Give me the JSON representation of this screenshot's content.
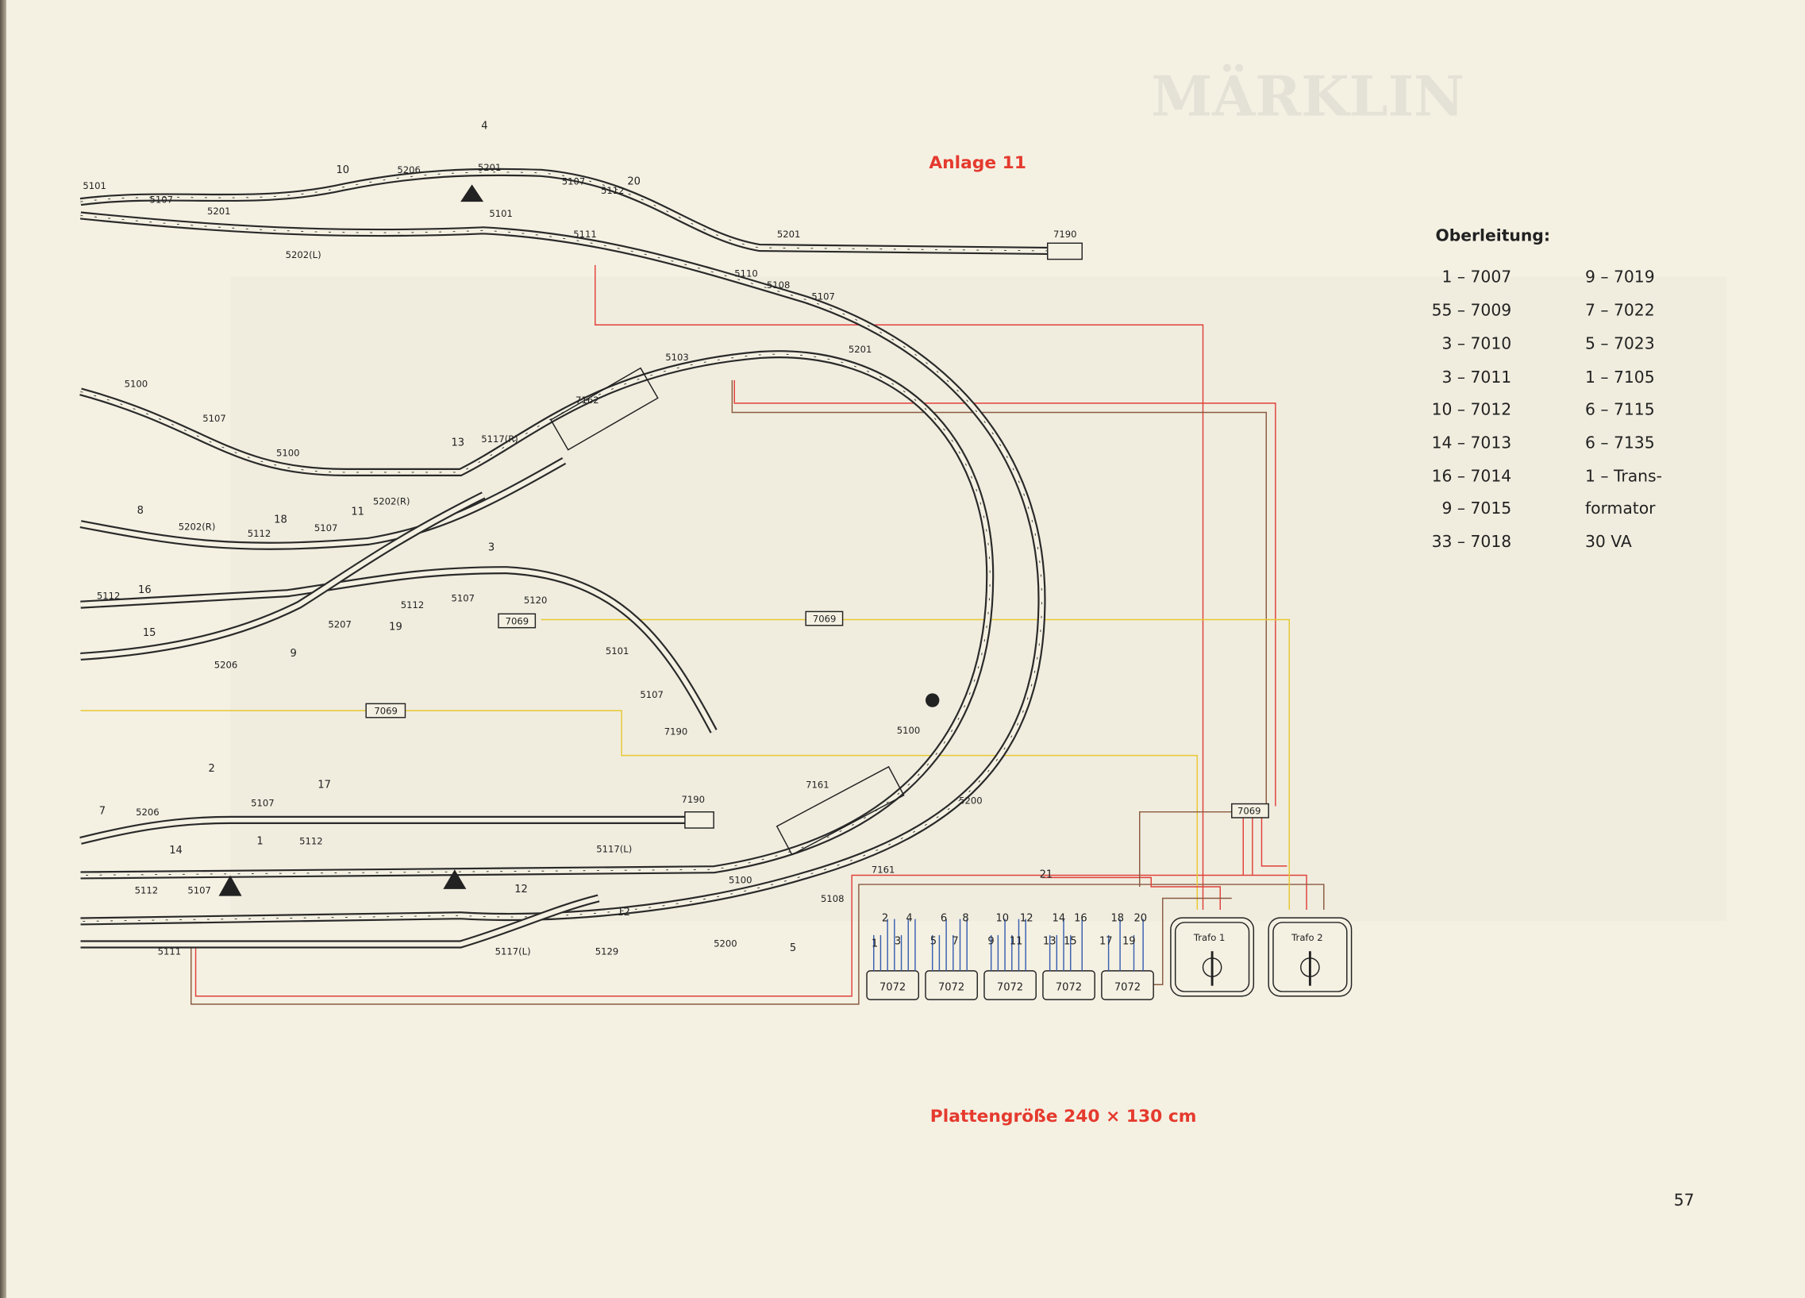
{
  "title": "Anlage 11",
  "board_size": "Plattengröße 240 × 130 cm",
  "page_number": "57",
  "watermark": "MÄRKLIN",
  "overhead_line": {
    "heading": "Oberleitung:",
    "left": [
      "1 – 7007",
      "55 – 7009",
      "3 – 7010",
      "3 – 7011",
      "10 – 7012",
      "14 – 7013",
      "16 – 7014",
      "9 – 7015",
      "33 – 7018"
    ],
    "right": [
      "9 – 7019",
      "7 – 7022",
      "5 – 7023",
      "1 – 7105",
      "6 – 7115",
      "6 – 7135",
      "1 – Trans-",
      "formator",
      "30 VA"
    ]
  },
  "track_labels": [
    "5101",
    "5107",
    "5201",
    "5202(L)",
    "5206",
    "5201",
    "5107",
    "5112",
    "5101",
    "5111",
    "5201",
    "7190",
    "5110",
    "5108",
    "5107",
    "5201",
    "5103",
    "5100",
    "5107",
    "5100",
    "7162",
    "5117(R)",
    "5202(R)",
    "5112",
    "5107",
    "5202(R)",
    "5112",
    "5107",
    "5120",
    "5207",
    "5112",
    "5206",
    "5101",
    "5107",
    "7190",
    "5100",
    "7161",
    "5200",
    "5206",
    "5107",
    "5112",
    "7190",
    "5117(L)",
    "5112",
    "5107",
    "5100",
    "7161",
    "5108",
    "5111",
    "5117(L)",
    "5129",
    "5200"
  ],
  "signal_numbers": [
    "4",
    "10",
    "20",
    "13",
    "8",
    "18",
    "11",
    "3",
    "16",
    "15",
    "9",
    "19",
    "2",
    "17",
    "7",
    "14",
    "1",
    "12",
    "12",
    "5",
    "21"
  ],
  "components": {
    "uncoupler_7069": [
      "7069",
      "7069",
      "7069",
      "7069"
    ],
    "control_boxes": [
      "7072",
      "7072",
      "7072",
      "7072",
      "7072"
    ],
    "control_numbers": [
      "1",
      "2",
      "3",
      "4",
      "5",
      "6",
      "7",
      "8",
      "9",
      "10",
      "11",
      "12",
      "13",
      "14",
      "15",
      "16",
      "17",
      "18",
      "19",
      "20"
    ],
    "transformers": [
      "Trafo 1",
      "Trafo 2"
    ]
  },
  "colors": {
    "accent": "#e53a2e",
    "wire_red": "#e0403a",
    "wire_yellow": "#e8c830",
    "wire_brown": "#8a5a40",
    "wire_blue": "#3a5fb0",
    "paper": "#f4f1e3"
  }
}
